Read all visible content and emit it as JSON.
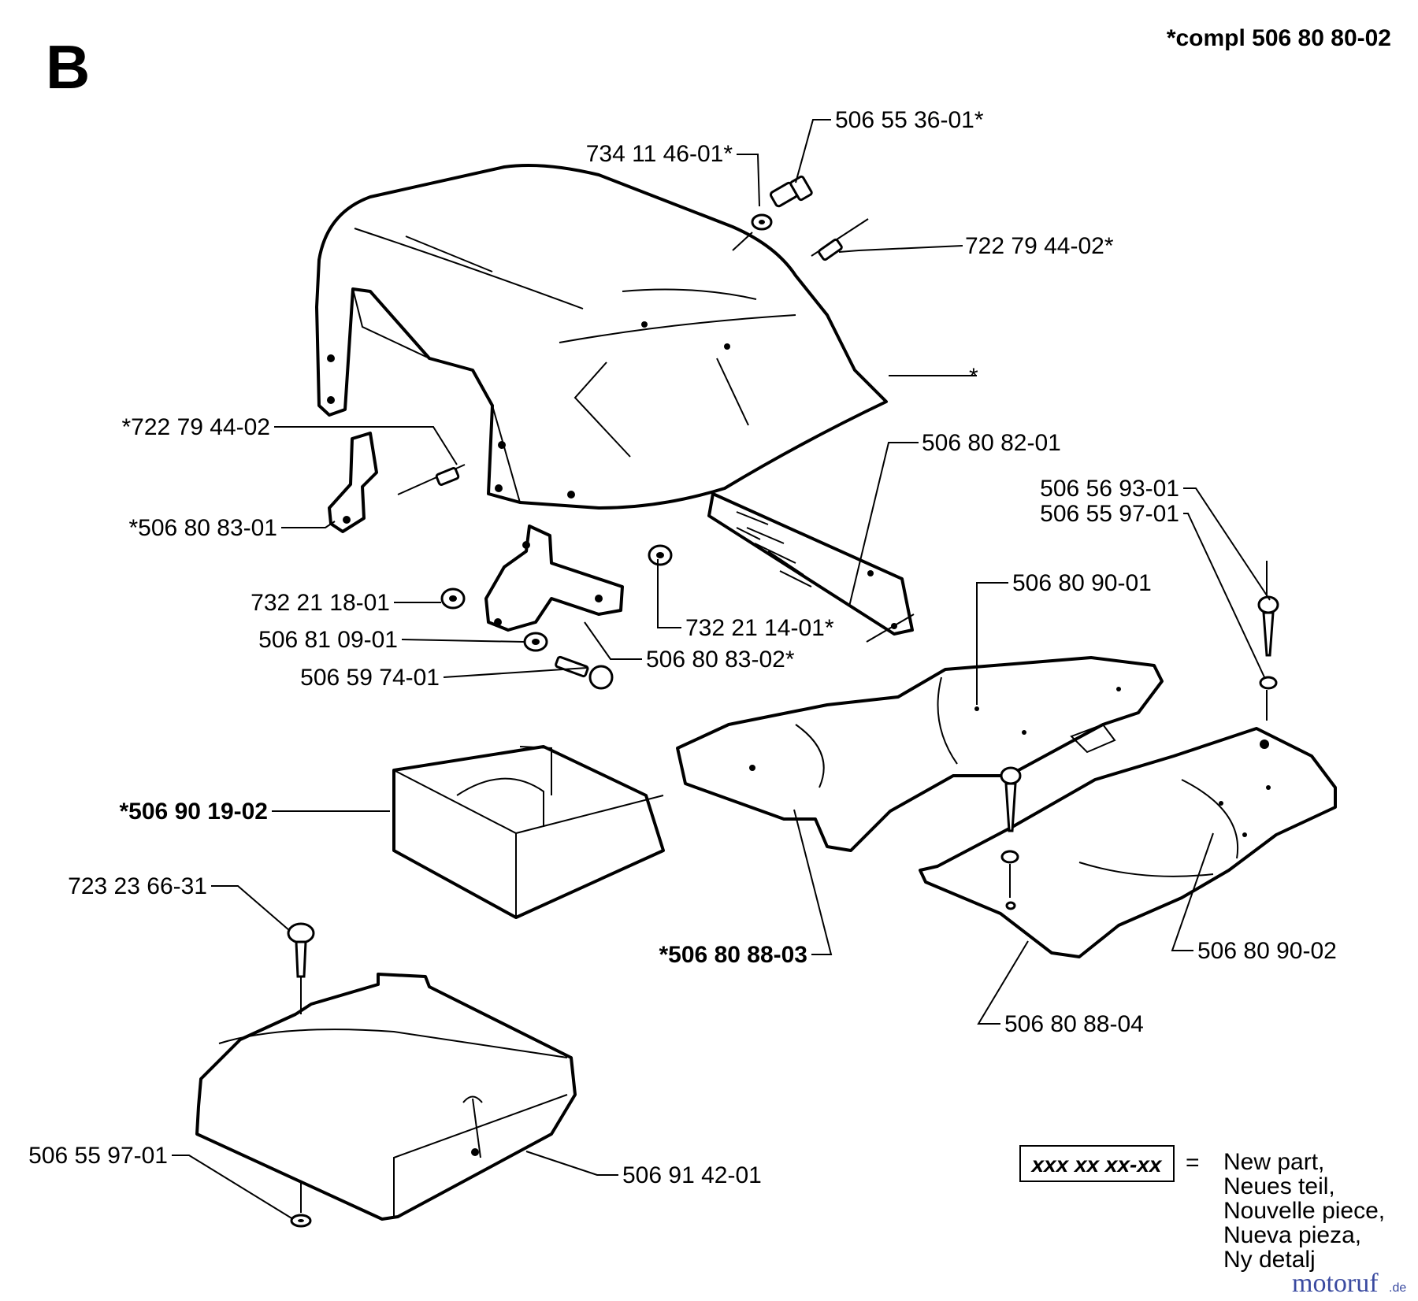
{
  "section_letter": "B",
  "complete_assembly": "*compl 506 80 80-02",
  "part_labels": {
    "p_734_11_46_01": "734 11 46-01*",
    "p_506_55_36_01": "506 55 36-01*",
    "p_722_79_44_02_right": "722 79 44-02*",
    "p_hood_star": "*",
    "p_722_79_44_02_left": "*722 79 44-02",
    "p_506_80_82_01": "506 80 82-01",
    "p_506_80_83_01": "*506 80 83-01",
    "p_506_56_93_01": "506 56 93-01",
    "p_506_55_97_01_top": "506 55 97-01",
    "p_732_21_18_01": "732 21 18-01",
    "p_506_80_90_01": "506 80 90-01",
    "p_732_21_14_01": "732 21 14-01*",
    "p_506_81_09_01": "506 81 09-01",
    "p_506_80_83_02": "506 80 83-02*",
    "p_506_59_74_01": "506 59 74-01",
    "p_506_90_19_02": "*506 90 19-02",
    "p_723_23_66_31": "723 23 66-31",
    "p_506_80_88_03": "*506 80 88-03",
    "p_506_80_90_02": "506 80 90-02",
    "p_506_80_88_04": "506 80 88-04",
    "p_506_55_97_01_bottom": "506 55 97-01",
    "p_506_91_42_01": "506 91 42-01"
  },
  "legend": {
    "sample_number": "xxx xx xx-xx",
    "equals": "=",
    "lines": [
      "New part,",
      "Neues teil,",
      "Nouvelle piece,",
      "Nueva pieza,",
      "Ny detalj"
    ]
  },
  "watermark": {
    "main": "motoruf",
    "suffix": ".de",
    "color": "#3a4aa0"
  }
}
